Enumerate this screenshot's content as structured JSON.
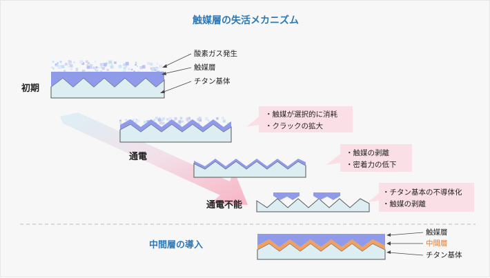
{
  "title": "触媒層の失活メカニズム",
  "stages": {
    "initial": "初期",
    "energized": "通電",
    "dead": "通電不能"
  },
  "initial_labels": {
    "gas": "酸素ガス発生",
    "catalyst": "触媒層",
    "substrate": "チタン基体"
  },
  "callouts": {
    "energized": [
      "・触媒が選択的に消耗",
      "・クラックの拡大"
    ],
    "later": [
      "・触媒の剥離",
      "・密着力の低下"
    ],
    "dead": [
      "・チタン基本の不導体化",
      "・触媒の剥離"
    ]
  },
  "intermediate": {
    "heading": "中間層の導入",
    "labels": {
      "catalyst": "触媒層",
      "intermediate": "中間層",
      "substrate": "チタン基体"
    }
  },
  "colors": {
    "title": "#2e78b8",
    "catalyst": "#8f9be8",
    "intermediate": "#f0a060",
    "substrate": "#dceef2",
    "callout_bg": "#fbdfe6",
    "arrow_pink": "#f8b4c4",
    "arrow_blue": "#cfe7f2",
    "accent_label": "#e8792b"
  }
}
